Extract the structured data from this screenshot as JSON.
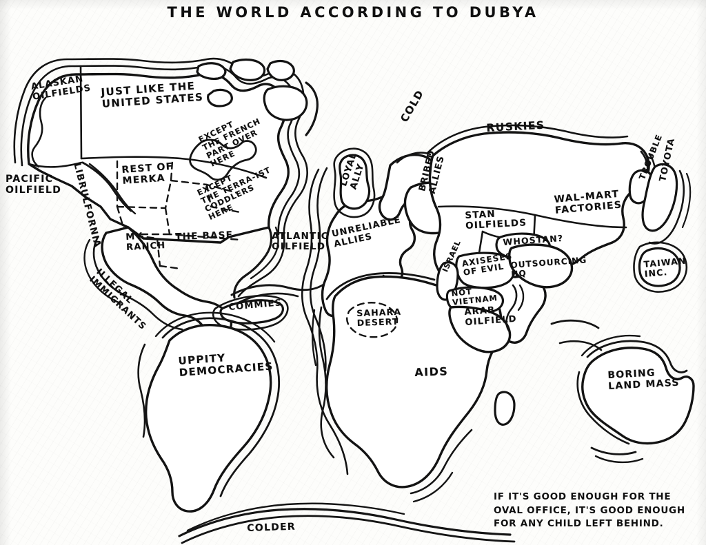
{
  "document": {
    "title": "THE WORLD ACCORDING TO DUBYA",
    "caption": "IF IT'S GOOD ENOUGH FOR THE\nOVAL OFFICE, IT'S GOOD ENOUGH\nFOR ANY CHILD LEFT BEHIND.",
    "medium": "hand-drawn ink on paper",
    "ink_color": "#131313",
    "paper_color": "#fdfdfb"
  },
  "labels": {
    "alaskan_oilfields": "ALASKAN\nOILFIELDS",
    "just_like_the_united_states": "JUST LIKE THE\nUNITED STATES",
    "pacific_oilfield": "PACIFIC\nOILFIELD",
    "librulfornia": "LIBRULFORNIA",
    "rest_of_merka": "REST OF\nMERKA",
    "my_ranch": "MY\nRANCH",
    "the_base": "THE BASE",
    "except_the_french": "EXCEPT\nTHE FRENCH\nPART OVER\nHERE",
    "except_the_terraist": "EXCEPT\nTHE TERRA-IST\nCODDLERS\nHERE",
    "illegal_immigrants": "ILLEGAL\nIMMIGRANTS",
    "commies": "COMMIES",
    "atlantic_oilfield": "ATLANTIC\nOILFIELD",
    "uppity_democracies": "UPPITY\nDEMOCRACIES",
    "loyal_ally": "LOYAL\nALLY",
    "unreliable_allies": "UNRELIABLE\nALLIES",
    "bribed_allies": "BRIBED\nALLIES",
    "cold": "COLD",
    "ruskies": "RUSKIES",
    "stan_oilfields": "STAN\nOILFIELDS",
    "whostan": "WHOSTAN?",
    "walmart_factories": "WAL-MART\nFACTORIES",
    "trouble": "TROUBLE",
    "toyota": "TOYOTA",
    "taiwan_inc": "TAIWAN\nINC.",
    "outsourcing_hq": "OUTSOURCING\nHQ",
    "axiseses_of_evil": "AXISESES\nOF EVIL",
    "israel": "ISRAEL",
    "not_vietnam": "NOT\nVIETNAM",
    "arab_oilfield": "ARAB\nOILFIELD",
    "sahara_desert": "SAHARA\nDESERT",
    "aids": "AIDS",
    "boring_land_mass": "BORING\nLAND MASS",
    "colder": "COLDER"
  }
}
